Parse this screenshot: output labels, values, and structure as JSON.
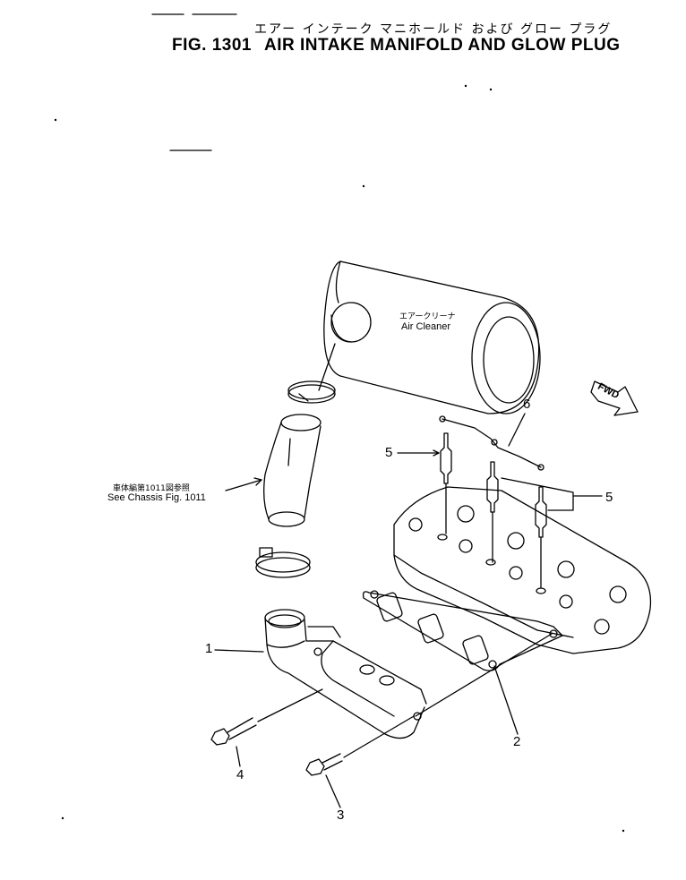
{
  "header": {
    "title_jp": "エアー インテーク マニホールド および グロー プラグ",
    "fig_no": "FIG. 1301",
    "title_en": "AIR INTAKE MANIFOLD AND GLOW PLUG"
  },
  "labels": {
    "air_cleaner_jp": "エアークリーナ",
    "air_cleaner_en": "Air Cleaner",
    "chassis_ref_jp": "車体編第1011図参照",
    "chassis_ref_en": "See Chassis Fig. 1011",
    "fwd": "FWD"
  },
  "callouts": {
    "c1": "1",
    "c2": "2",
    "c3": "3",
    "c4": "4",
    "c5a": "5",
    "c5b": "5",
    "c6": "6"
  }
}
